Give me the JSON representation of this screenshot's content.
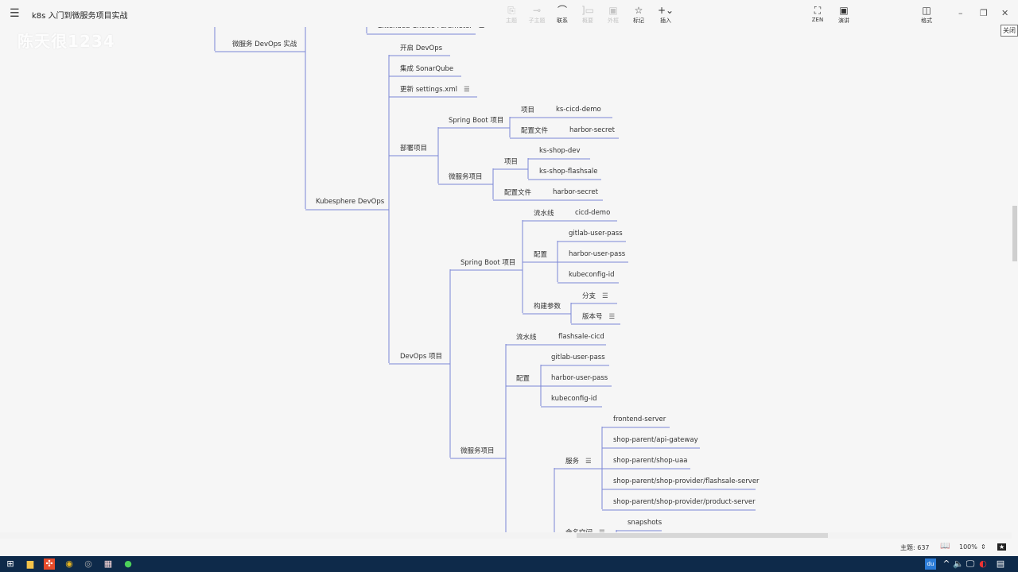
{
  "app": {
    "title": "k8s 入门到微服务项目实战",
    "watermark": "陈天很1234",
    "close_tooltip": "关闭"
  },
  "toolbar": {
    "topic": "主题",
    "subtopic": "子主题",
    "relation": "联系",
    "summary": "概要",
    "boundary": "外框",
    "marker": "标记",
    "insert": "插入",
    "zen": "ZEN",
    "present": "演讲",
    "format": "格式"
  },
  "map": {
    "nodes": {
      "ext": "Extended Choice Parameter",
      "devops_practice": "微服务 DevOps 实战",
      "kubesphere": "Kubesphere DevOps",
      "open": "开启 DevOps",
      "sonar": "集成 SonarQube",
      "settings": "更新 settings.xml",
      "deploy": "部署项目",
      "sb1": "Spring Boot 项目",
      "p1": "项目",
      "cicddemo": "ks-cicd-demo",
      "cfg1": "配置文件",
      "harbor1": "harbor-secret",
      "ms1": "微服务项目",
      "p2": "项目",
      "shopdev": "ks-shop-dev",
      "shopflash": "ks-shop-flashsale",
      "cfg2": "配置文件",
      "harbor2": "harbor-secret",
      "devproj": "DevOps 项目",
      "sb2": "Spring Boot 项目",
      "pipe1": "流水线",
      "cicd": "cicd-demo",
      "conf1": "配置",
      "gitlab1": "gitlab-user-pass",
      "harbor3": "harbor-user-pass",
      "kube1": "kubeconfig-id",
      "build": "构建参数",
      "branch": "分支",
      "version": "版本号",
      "ms2": "微服务项目",
      "pipe2": "流水线",
      "flashcicd": "flashsale-cicd",
      "conf2": "配置",
      "gitlab2": "gitlab-user-pass",
      "harbor4": "harbor-user-pass",
      "kube2": "kubeconfig-id",
      "svc": "服务",
      "frontend": "frontend-server",
      "api": "shop-parent/api-gateway",
      "uaa": "shop-parent/shop-uaa",
      "flashsrv": "shop-parent/shop-provider/flashsale-server",
      "product": "shop-parent/shop-provider/product-server",
      "ns": "命名空间",
      "snapshots": "snapshots"
    },
    "line_color": "#7b86d6"
  },
  "status": {
    "topic_count": "主题: 637",
    "zoom": "100%"
  }
}
